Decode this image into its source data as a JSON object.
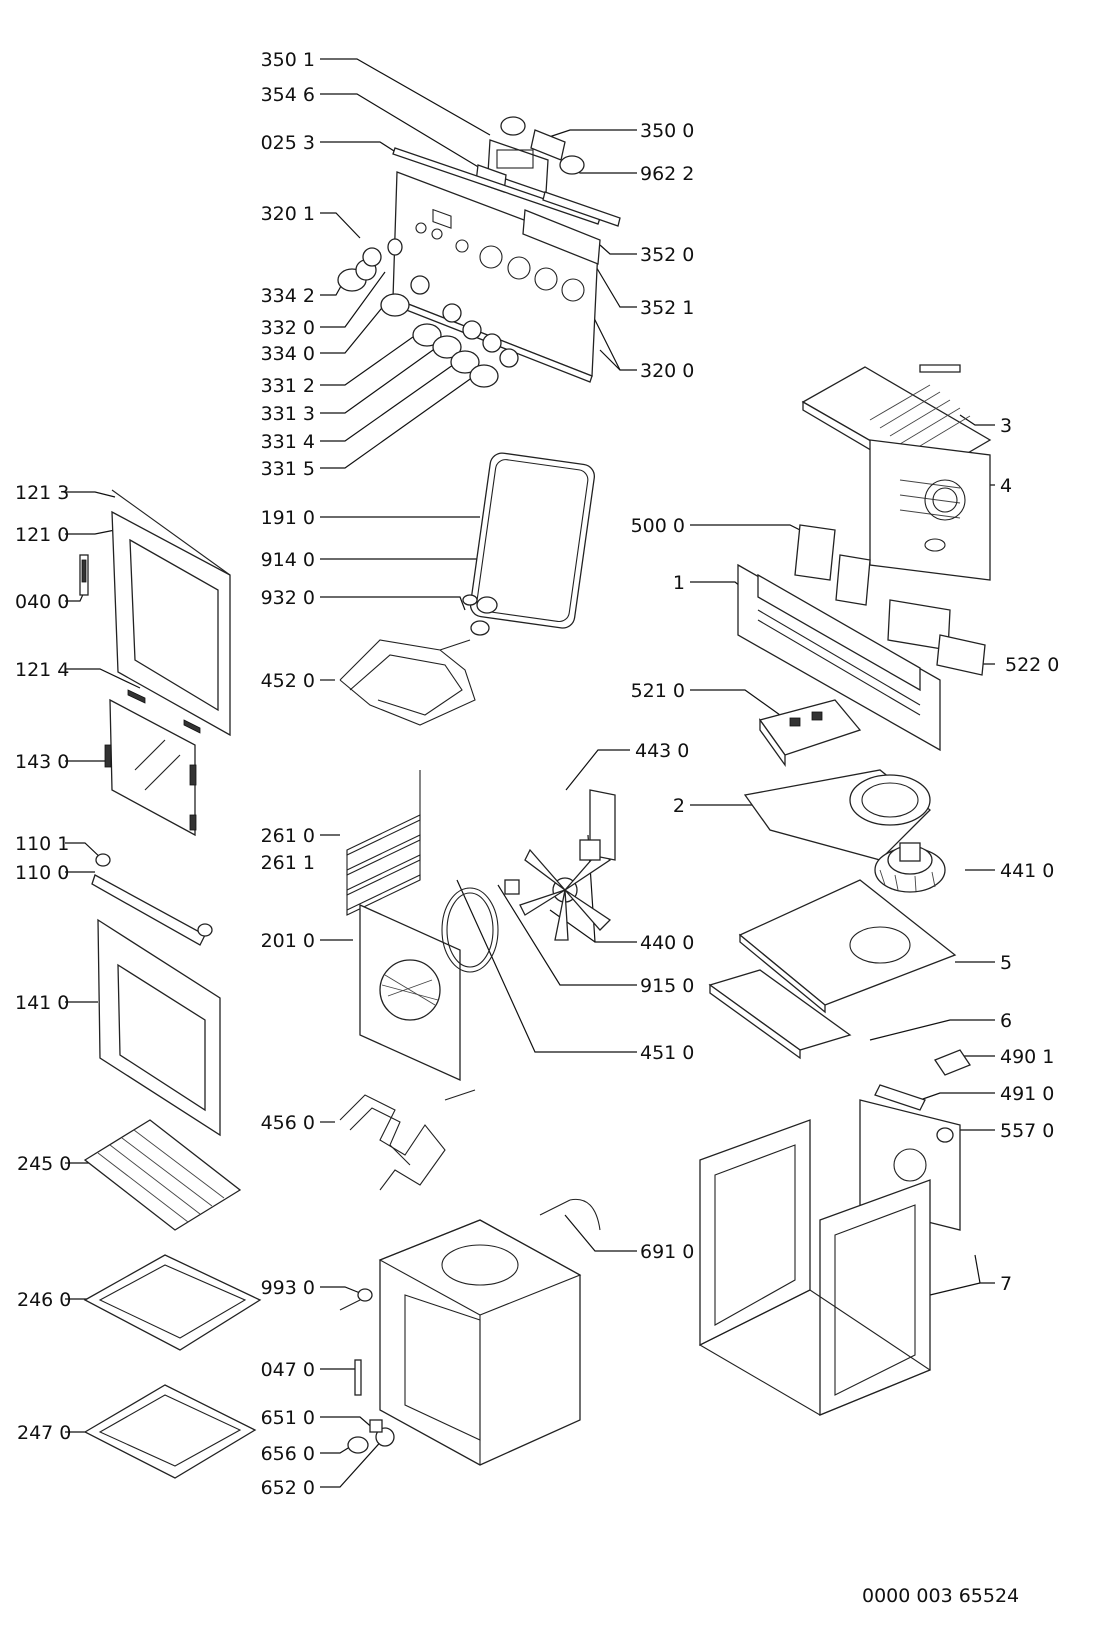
{
  "diagram": {
    "labels": {
      "l3501": "350 1",
      "l3546": "354 6",
      "l0253": "025 3",
      "l3201": "320 1",
      "l3342": "334 2",
      "l3320": "332 0",
      "l3340": "334 0",
      "l3312": "331 2",
      "l3313": "331 3",
      "l3314": "331 4",
      "l3315": "331 5",
      "l3500": "350 0",
      "l9622": "962 2",
      "l3520": "352 0",
      "l3521": "352 1",
      "l3200": "320 0",
      "l1213": "121 3",
      "l1210": "121 0",
      "l0400": "040 0",
      "l1214": "121 4",
      "l1430": "143 0",
      "l1101": "110 1",
      "l1100": "110 0",
      "l1410": "141 0",
      "l2450": "245 0",
      "l2460": "246 0",
      "l2470": "247 0",
      "l1910": "191 0",
      "l9140": "914 0",
      "l9320": "932 0",
      "l4520": "452 0",
      "l2610": "261 0",
      "l2611": "261 1",
      "l2010": "201 0",
      "l4560": "456 0",
      "l9930": "993 0",
      "l0470": "047 0",
      "l6510": "651 0",
      "l6560": "656 0",
      "l6520": "652 0",
      "l4430": "443 0",
      "l4400": "440 0",
      "l9150": "915 0",
      "l4510": "451 0",
      "l6910": "691 0",
      "l5000": "500 0",
      "l5220": "522 0",
      "l5210": "521 0",
      "l4410": "441 0",
      "l4901": "490 1",
      "l4910": "491 0",
      "l5570": "557 0",
      "n1": "1",
      "n2": "2",
      "n3": "3",
      "n4": "4",
      "n5": "5",
      "n6": "6",
      "n7": "7"
    },
    "footer_code": "0000 003 65524"
  }
}
